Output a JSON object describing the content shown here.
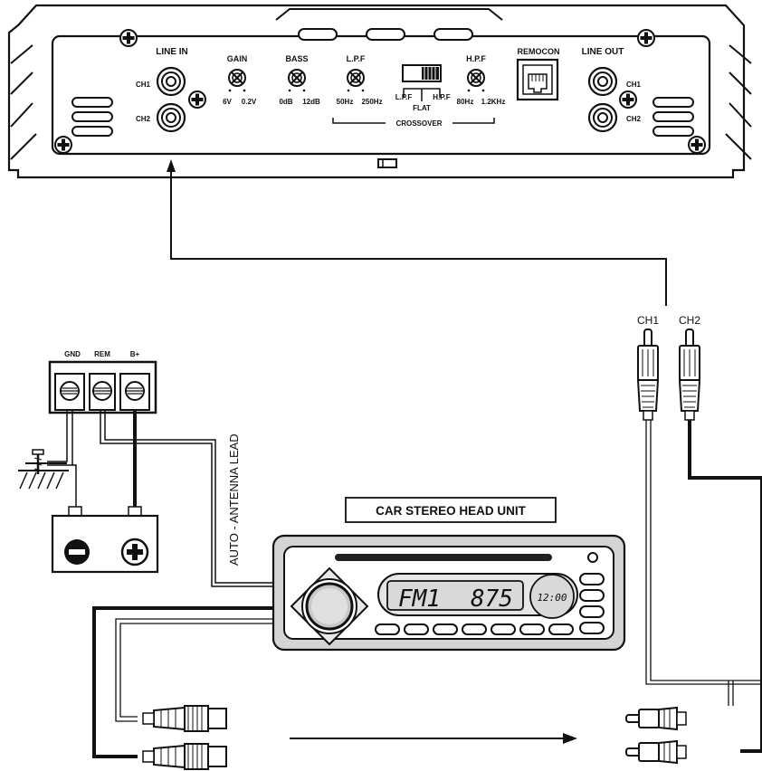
{
  "amplifier": {
    "line_in": "LINE IN",
    "ch1": "CH1",
    "ch2": "CH2",
    "gain": {
      "label": "GAIN",
      "min": "6V",
      "max": "0.2V"
    },
    "bass": {
      "label": "BASS",
      "min": "0dB",
      "max": "12dB"
    },
    "lpf": {
      "label": "L.P.F",
      "min": "50Hz",
      "max": "250Hz"
    },
    "crossover_switch": {
      "left": "L.P.F",
      "middle": "FLAT",
      "right": "H.P.F"
    },
    "crossover": "CROSSOVER",
    "hpf": {
      "label": "H.P.F",
      "min": "80Hz",
      "max": "1.2KHz"
    },
    "remocon": "REMOCON",
    "line_out": "LINE OUT",
    "out_ch1": "CH1",
    "out_ch2": "CH2"
  },
  "power_terminal": {
    "gnd": "GND",
    "rem": "REM",
    "bplus": "B+"
  },
  "antenna_lead": "AUTO - ANTENNA LEAD",
  "rca_plugs": {
    "ch1": "CH1",
    "ch2": "CH2"
  },
  "head_unit": {
    "title": "CAR STEREO HEAD UNIT",
    "band": "FM1",
    "frequency": "875",
    "clock": "12:00"
  }
}
